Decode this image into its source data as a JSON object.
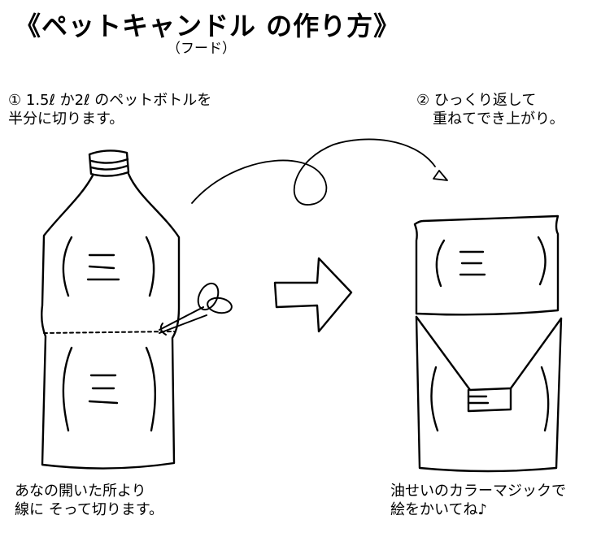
{
  "title": "《ペットキャンドル の作り方》",
  "subtitle": "（フード）",
  "step1": {
    "number": "①",
    "line1": "1.5ℓ か2ℓ のペットボトルを",
    "line2": "半分に切ります。"
  },
  "step2": {
    "number": "②",
    "line1": "ひっくり返して",
    "line2": "重ねてでき上がり。"
  },
  "caption_left": {
    "line1": "あなの開いた所より",
    "line2": "線に そって切ります。"
  },
  "caption_right": {
    "line1": "油せいのカラーマジックで",
    "line2": "絵をかいてね♪"
  },
  "icons": [
    "bottle-icon",
    "scissors-icon",
    "arrow-right-icon",
    "finished-hood-icon"
  ]
}
